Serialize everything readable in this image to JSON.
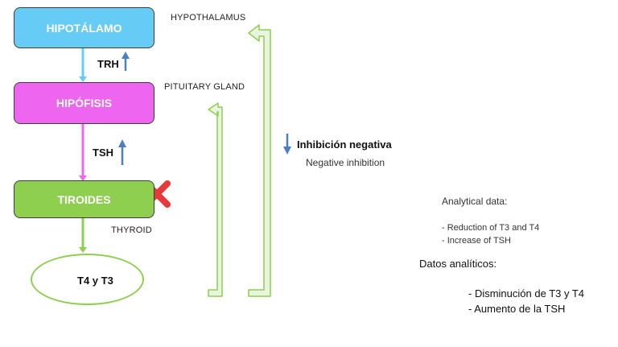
{
  "colors": {
    "hypothalamus_box": "#66ccf5",
    "pituitary_box": "#ee66f0",
    "thyroid_box": "#8ecf4f",
    "result_ellipse_border": "#8ecf4f",
    "arrow_blue": "#4a7fc1",
    "connector_1": "#66ccf5",
    "connector_2": "#ee66f0",
    "connector_3": "#8ecf4f",
    "feedback_arrow_fill": "#e9f4df",
    "feedback_arrow_stroke": "#8ecf4f",
    "cross": "#e53a3a"
  },
  "icons": {
    "arrow_up": "arrow-up-icon",
    "arrow_down": "arrow-down-icon",
    "cross": "red-cross-icon"
  },
  "nodes": {
    "hypothalamus": {
      "label": "HIPOTÁLAMO",
      "english": "HYPOTHALAMUS"
    },
    "pituitary": {
      "label": "HIPÓFISIS",
      "english": "PITUITARY GLAND"
    },
    "thyroid": {
      "label": "TIROIDES",
      "english": "THYROID"
    },
    "result": {
      "label": "T4 y T3"
    }
  },
  "hormones": {
    "trh": "TRH",
    "tsh": "TSH"
  },
  "feedback": {
    "spanish": "Inhibición negativa",
    "english": "Negative inhibition"
  },
  "analytical_en": {
    "title": "Analytical data:",
    "items": [
      "- Reduction of T3 and T4",
      "- Increase of TSH"
    ]
  },
  "analytical_es": {
    "title": "Datos analíticos:",
    "items": [
      "- Disminución de T3 y T4",
      "- Aumento de la TSH"
    ]
  }
}
